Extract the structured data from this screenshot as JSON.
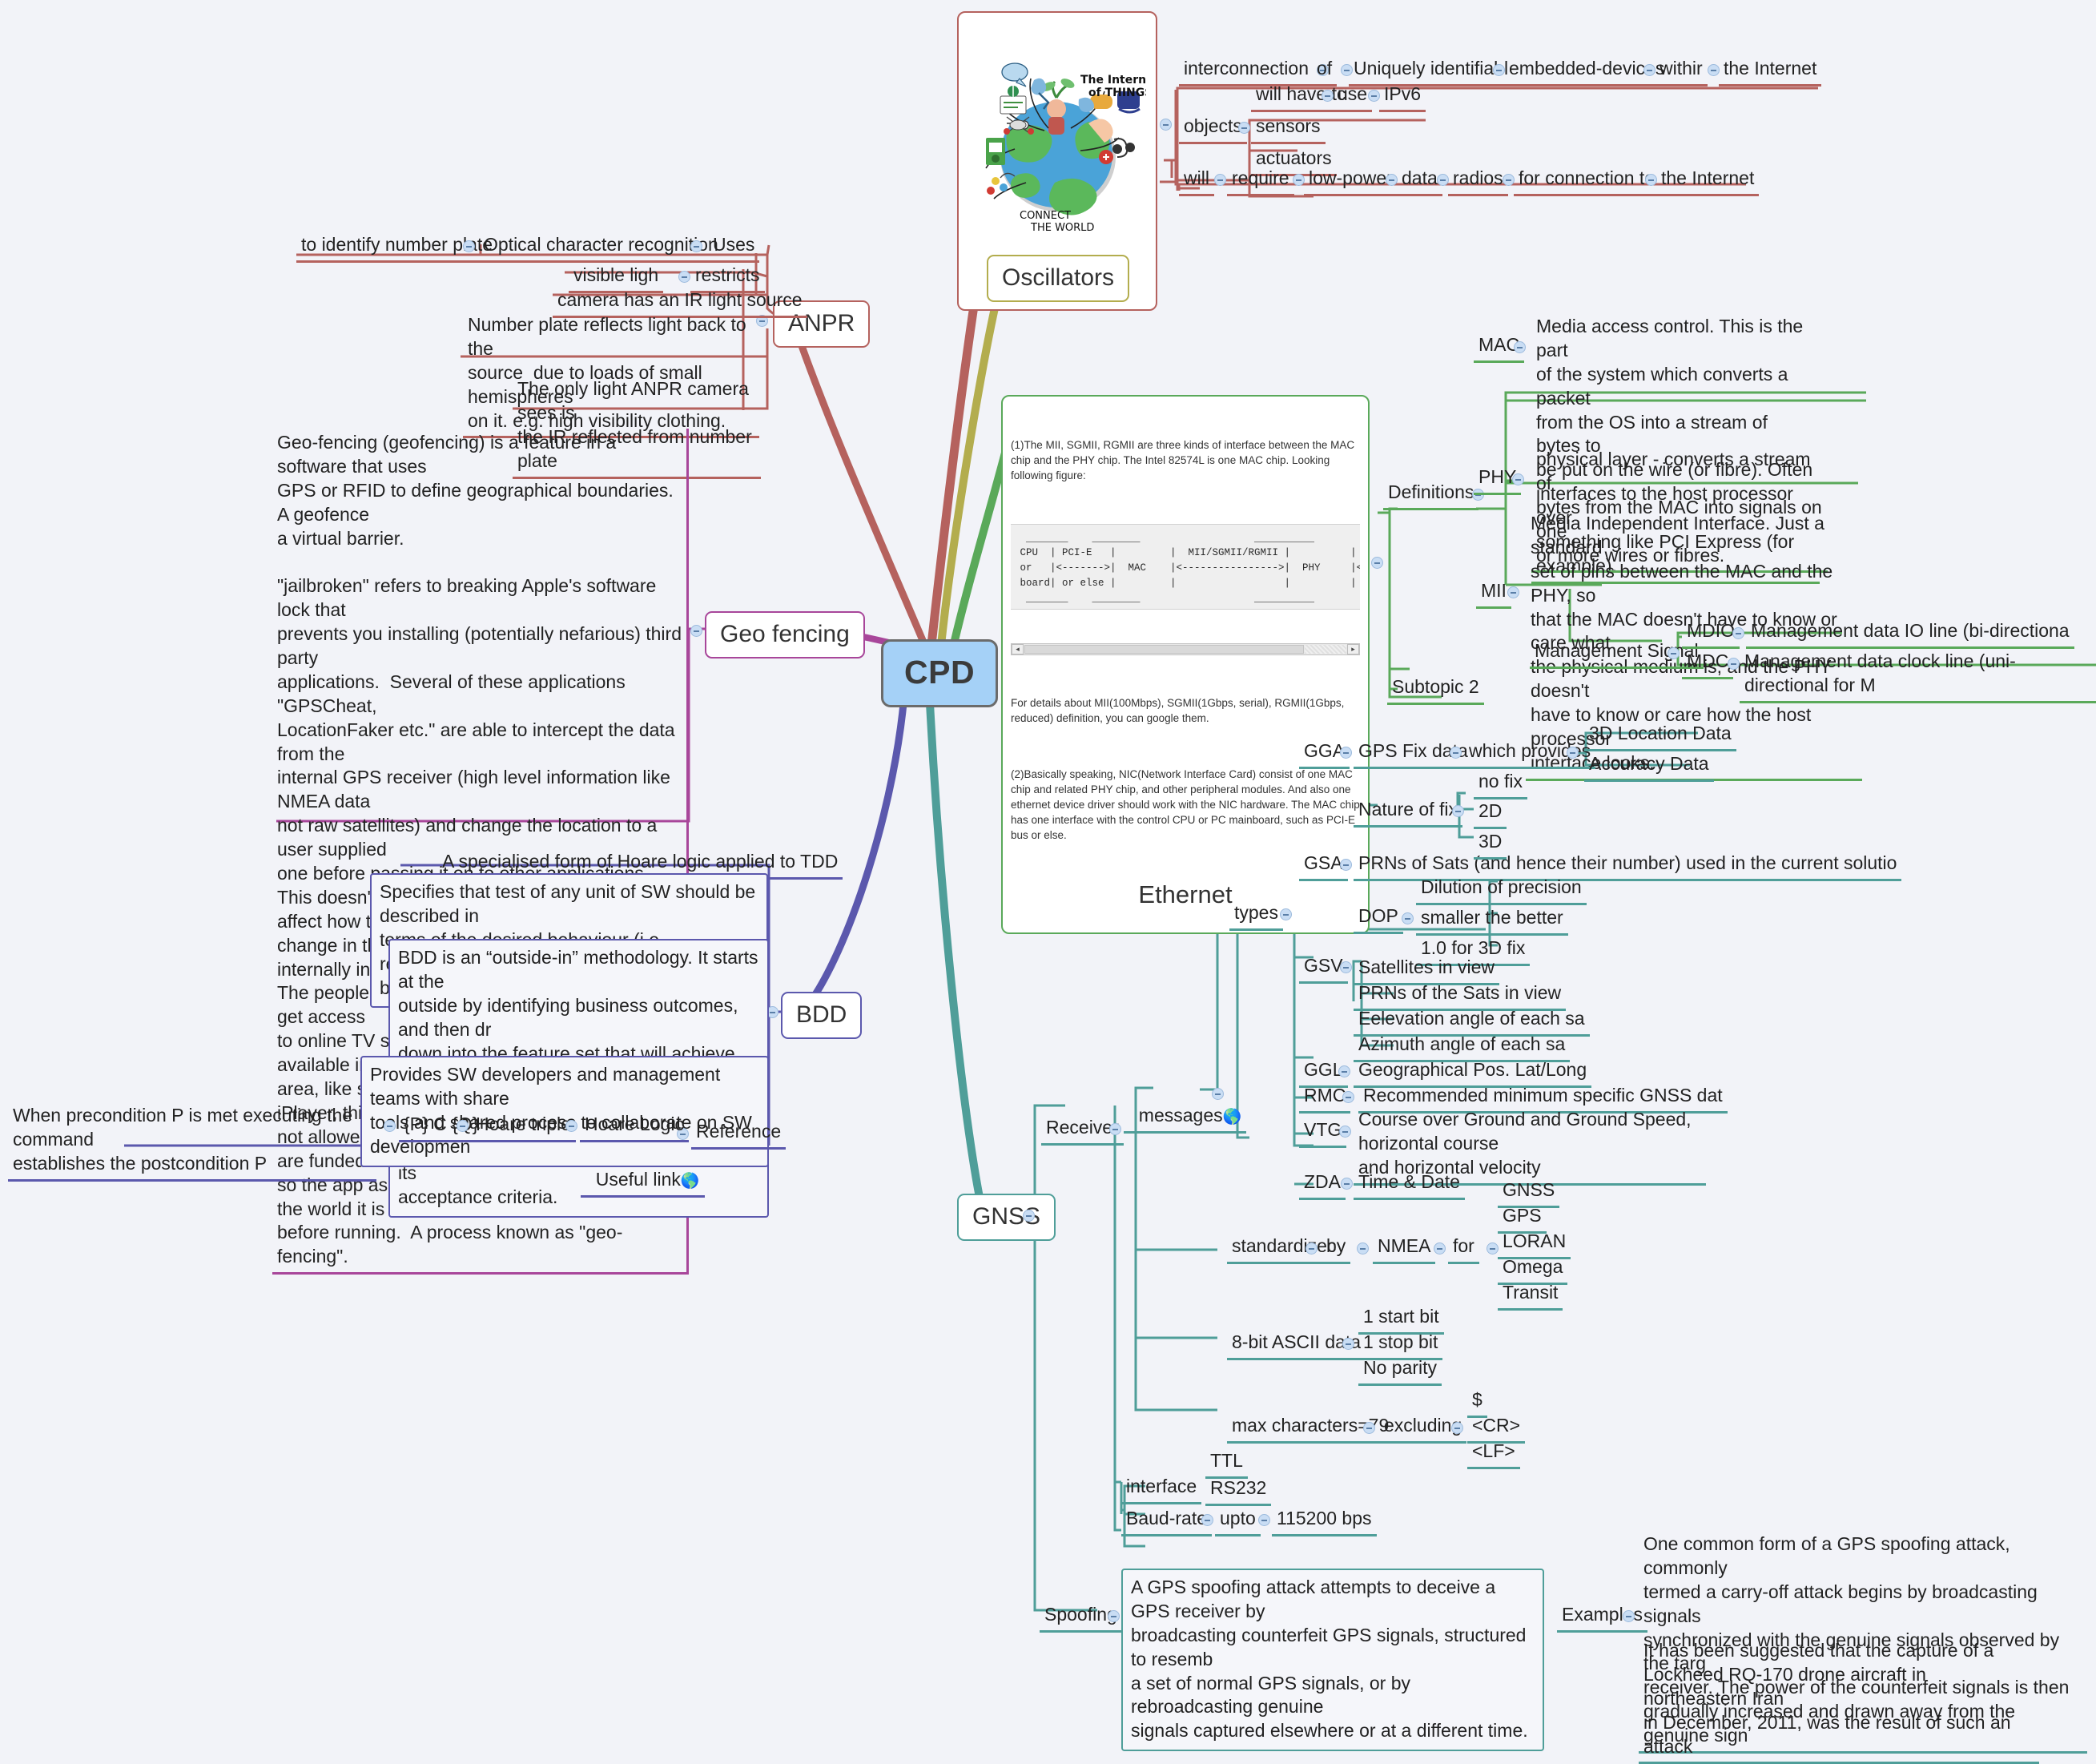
{
  "central": {
    "label": "CPD"
  },
  "colors": {
    "anpr": "#b5625e",
    "iot": "#b5625e",
    "oscillators": "#b3ad4e",
    "ethernet": "#5aa95a",
    "geofencing": "#a8469a",
    "bdd": "#5b58ad",
    "gnss": "#4f9e99",
    "central_fill": "#a5d1f7",
    "central_border": "#6b6b6b",
    "background": "#f2f3f8"
  },
  "branches": {
    "iot": {
      "label": "IoT",
      "image_alt": "The Internet of THINGS - CONNECT THE WORLD cartoon globe illustration",
      "chain_top": [
        "interconnection",
        "of",
        "Uniquely identifiabl",
        "embedded-devices",
        "withir",
        "the Internet"
      ],
      "objects": {
        "label": "objects",
        "children": [
          "will have tc",
          "use",
          "IPv6",
          "sensors",
          "actuators"
        ],
        "chain": [
          "will have tc",
          "use",
          "IPv6"
        ],
        "simple": [
          "sensors",
          "actuators"
        ]
      },
      "chain_bottom": [
        "will",
        "require",
        "low-power",
        "data",
        "radios",
        "for connection tc",
        "the Internet"
      ]
    },
    "anpr": {
      "label": "ANPR",
      "uses_chain": [
        "to identify number plate",
        "Optical character recognition",
        "Uses"
      ],
      "restricts_chain": [
        "visible ligh",
        "restricts"
      ],
      "items": [
        "camera has an IR light source",
        "Number plate reflects light back to the\nsource  due to loads of small hemispheres\non it. e.g. high visibility clothing.",
        "The only light ANPR camera sees is\nthe IR reflected from number plate"
      ]
    },
    "oscillators": {
      "label": "Oscillators"
    },
    "ethernet": {
      "label": "Ethernet",
      "note_p1": "(1)The MII, SGMII, RGMII are three kinds of interface between the MAC chip and the PHY chip. The Intel 82574L is one MAC chip. Looking following figure:",
      "ascii_figure": "  _______    ________                   __________\n CPU  | PCI-E   |         |  MII/SGMII/RGMII |          |\n or   |<------->|  MAC    |<---------------->|  PHY     |<---------->physical interf\n board| or else |         |                  |          |\n  _______    ________                   __________",
      "note_p2": "For details about MII(100Mbps), SGMII(1Gbps, serial), RGMII(1Gbps, reduced) definition, you can google them.",
      "note_p3": "(2)Basically speaking, NIC(Network Interface Card) consist of one MAC chip and related PHY chip, and other peripheral modules. And also one ethernet device driver should work with the NIC hardware. The MAC chip has one interface with the control CPU or PC mainboard, such as PCI-E bus or else.",
      "definitions_label": "Definitions",
      "subtopic_label": "Subtopic 2",
      "mac_label": "MAC",
      "mac_text": "Media access control. This is the part\nof the system which converts a packet\nfrom the OS into a stream of bytes to\nbe put on the wire (or fibre). Often\ninterfaces to the host processor over\nsomething like PCI Express (for\nexample).",
      "phy_label": "PHY",
      "phy_text": "physical layer - converts a stream of\nbytes from the MAC into signals on one\nor more wires or fibres.",
      "mii_label": "MII",
      "mii_text": "Media Independent Interface. Just a standard\nset of pins between the MAC and the PHY, so\nthat the MAC doesn't have to know or care what\nthe physical medium is, and the PHY doesn't\nhave to know or care how the host processor\ninterface looks.",
      "mgmt_label": "Management Signal",
      "mdio_label": "MDIO",
      "mdio_text": "Management data IO line (bi-directiona",
      "mdc_label": "MDC",
      "mdc_text": "Management data clock line (uni-directional for M"
    },
    "geofencing": {
      "label": "Geo fencing",
      "text": "Geo-fencing (geofencing) is a feature in a software that uses\nGPS or RFID to define geographical boundaries. A geofence\na virtual barrier.\n\n\"jailbroken\" refers to breaking Apple's software lock that\nprevents you installing (potentially nefarious) third party\napplications.  Several of these applications \"GPSCheat,\nLocationFaker etc.\" are able to intercept the data from the\ninternal GPS receiver (high level information like NMEA data\nnot raw satellites) and change the location to a user supplied\none before passing it on to other applications.  This doesn't\naffect how the GPS actually works, it's just a change in the AP\ninternally in software.\nThe people in the discussion seem to be trying to get access\nto online TV streaming applications that aren't available in th\narea, like someone in France trying to watch BBC iPlayer, this\nnot allowed because of the way the TV programs are funded\nso the app asks the operating system where in the world it is\nbefore running.  A process known as \"geo-fencing\"."
    },
    "bdd": {
      "label": "BDD",
      "items": [
        "A specialised form of Hoare logic applied to TDD",
        "Specifies that test of any unit of SW should be described in\nterms of the desired behaviour (i.e. requirements set by th\nbusiness) of the unit.",
        "BDD is an “outside-in” methodology. It starts at the\noutside by identifying business outcomes, and then dr\ndown into the feature set that will achieve those\noutcomes. Each feature is captured as a “story”, which\ndefines the scope of the feature along with its\nacceptance criteria.",
        "Provides SW developers and management teams with share\ntools and shared process to collaborate on SW developmen"
      ],
      "reference_label": "Reference",
      "hoare_chain": [
        "When precondition P is met executing the command\nestablishes the postcondition P",
        "{P} C {Q}",
        "Hoare triple",
        "Hoare Logic"
      ],
      "useful_link": "Useful link"
    },
    "gnss": {
      "label": "GNSS",
      "receiver_label": "Receiver",
      "messages_label": "messages",
      "types_label": "types",
      "message_types": [
        {
          "code": "GGA",
          "desc": "GPS Fix data",
          "link": "which provides",
          "children": [
            "3D Location Data",
            "Accuracy Data"
          ]
        },
        {
          "code": "GSA",
          "desc": "PRNs of Sats (and hence their number) used in the current solutio",
          "groups": [
            {
              "label": "Nature of fix",
              "children": [
                "no fix",
                "2D",
                "3D"
              ]
            },
            {
              "label": "DOP",
              "children": [
                "Dilution of precision",
                "smaller the better",
                "1.0 for 3D fix"
              ]
            }
          ]
        },
        {
          "code": "GSV",
          "desc": "",
          "children": [
            "Satellites in view",
            "PRNs of the Sats in view",
            "Eelevation angle of each sa",
            "Azimuth angle of each sa"
          ]
        },
        {
          "code": "GGL",
          "desc": "Geographical Pos. Lat/Long"
        },
        {
          "code": "RMC",
          "desc": "Recommended minimum specific GNSS dat"
        },
        {
          "code": "VTG",
          "desc": "Course over Ground and Ground Speed, horizontal course\nand horizontal velocity"
        },
        {
          "code": "ZDA",
          "desc": "Time & Date"
        }
      ],
      "standardized_chain": [
        "standardizec",
        "by",
        "NMEA",
        "for"
      ],
      "standardized_for": [
        "GNSS",
        "GPS",
        "LORAN",
        "Omega",
        "Transit"
      ],
      "ascii_label": "8-bit ASCII data",
      "ascii_children": [
        "1 start bit",
        "1 stop bit",
        "No parity"
      ],
      "maxchars_label": "max characters=79",
      "excluding_label": "excluding",
      "excluding_children": [
        "$",
        "<CR>",
        "<LF>"
      ],
      "interface_label": "interface",
      "interface_children": [
        "TTL",
        "RS232"
      ],
      "baudrate_label": "Baud-rate",
      "baudrate_chain": [
        "upto",
        "115200 bps"
      ],
      "spoofing_label": "Spoofing",
      "spoofing_text": "A GPS spoofing attack attempts to deceive a GPS receiver by\nbroadcasting counterfeit GPS signals, structured to resemb\na set of normal GPS signals, or by rebroadcasting genuine\nsignals captured elsewhere or at a different time.",
      "examples_label": "Examples",
      "examples": [
        "One common form of a GPS spoofing attack, commonly\ntermed a carry-off attack begins by broadcasting signals\nsynchronized with the genuine signals observed by the targ\nreceiver. The power of the counterfeit signals is then\ngradually increased and drawn away from the genuine sign",
        "It has been suggested that the capture of a\nLockheed RQ-170 drone aircraft in northeastern Iran\nin December, 2011, was the result of such an attack"
      ]
    }
  }
}
